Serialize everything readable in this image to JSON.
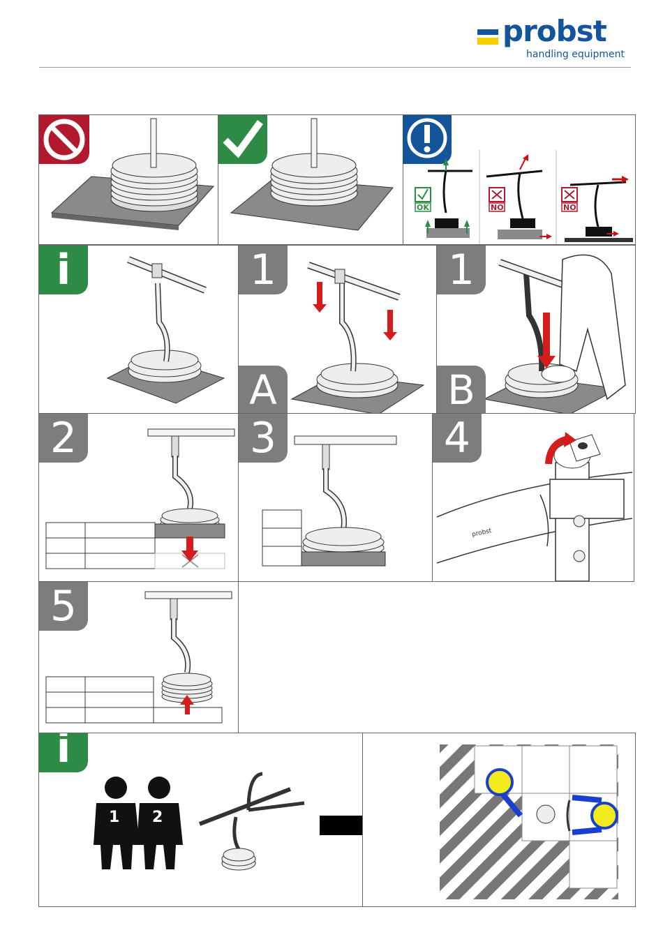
{
  "header": {
    "logo_text": "probst",
    "logo_subtitle": "handling equipment",
    "brand_colors": {
      "blue": "#13549b",
      "yellow": "#f4d000"
    }
  },
  "top_row": {
    "prohibited_icon": "prohibited-icon",
    "check_icon": "checkmark-icon",
    "warning_icon": "exclamation-icon",
    "status_ok": "OK",
    "status_no_1": "NO",
    "status_no_2": "NO"
  },
  "steps": {
    "info_1": "i",
    "step_1a": "1",
    "label_a": "A",
    "step_1b": "1",
    "label_b": "B",
    "step_2": "2",
    "step_3": "3",
    "step_4": "4",
    "step_5": "5",
    "info_2": "i"
  },
  "tube_brand": "probst",
  "person_numbers": [
    "1",
    "2"
  ],
  "colors": {
    "red_arrow": "#d31d1d",
    "badge_grey": "#7d7d7d",
    "badge_green": "#2e8b45",
    "badge_red": "#b3192e",
    "person_blue": "#1a3fd0",
    "person_yellow": "#f2ea1b"
  }
}
